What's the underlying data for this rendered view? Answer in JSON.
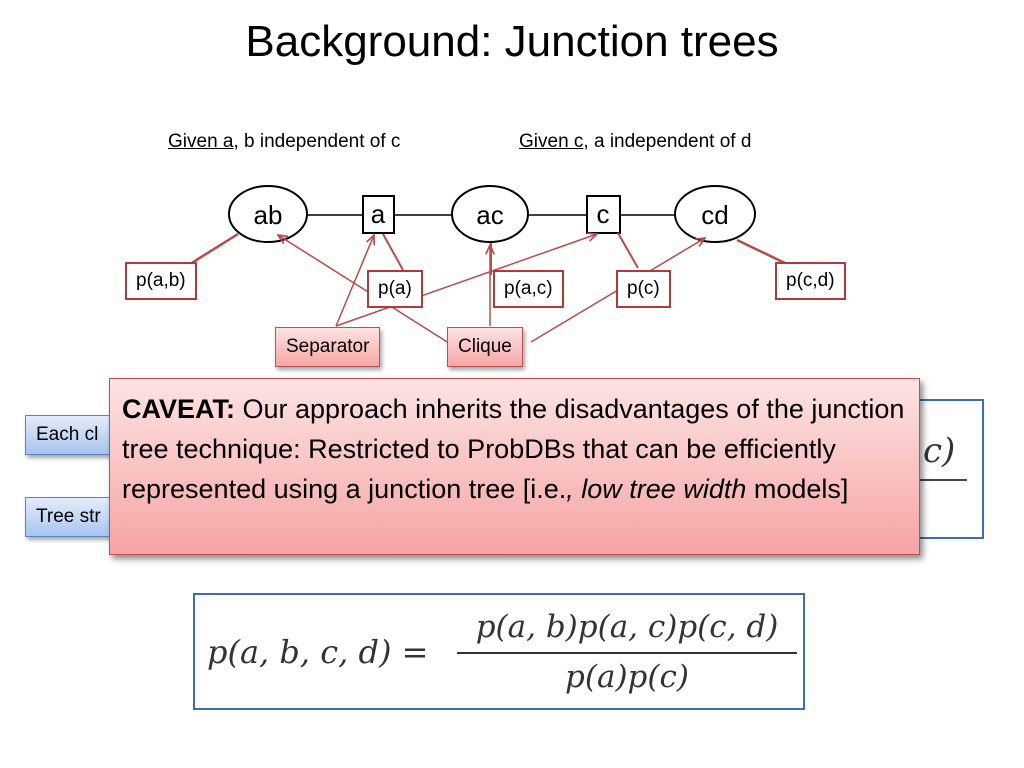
{
  "title": "Background: Junction trees",
  "given_left": {
    "underlined": "Given a",
    "rest": ", b independent of c"
  },
  "given_right": {
    "underlined": "Given c",
    "rest": ", a independent of d"
  },
  "nodes": {
    "clique_ab": "ab",
    "sep_a": "a",
    "clique_ac": "ac",
    "sep_c": "c",
    "clique_cd": "cd"
  },
  "potentials": {
    "p_ab": "p(a,b)",
    "p_a": "p(a)",
    "p_ac": "p(a,c)",
    "p_c": "p(c)",
    "p_cd": "p(c,d)"
  },
  "labels": {
    "separator": "Separator",
    "clique": "Clique"
  },
  "side_labels": {
    "each_clique": "Each cl",
    "tree_structure": "Tree str"
  },
  "partial_formula_tail": "c)",
  "formula": {
    "lhs": "p(a, b, c, d) =",
    "numerator": "p(a, b)p(a, c)p(c, d)",
    "denominator": "p(a)p(c)"
  },
  "caveat": {
    "heading": "CAVEAT:",
    "text1": " Our approach inherits the disadvantages of the junction tree technique:  Restricted to ProbDBs that can be efficiently represented using a junction tree [i.e.",
    "italic_text": ", low tree width",
    "text2": " models]"
  },
  "colors": {
    "arrow": "#b84a4a",
    "box_border": "#b03a3a",
    "formula_border": "#3f6db3"
  }
}
